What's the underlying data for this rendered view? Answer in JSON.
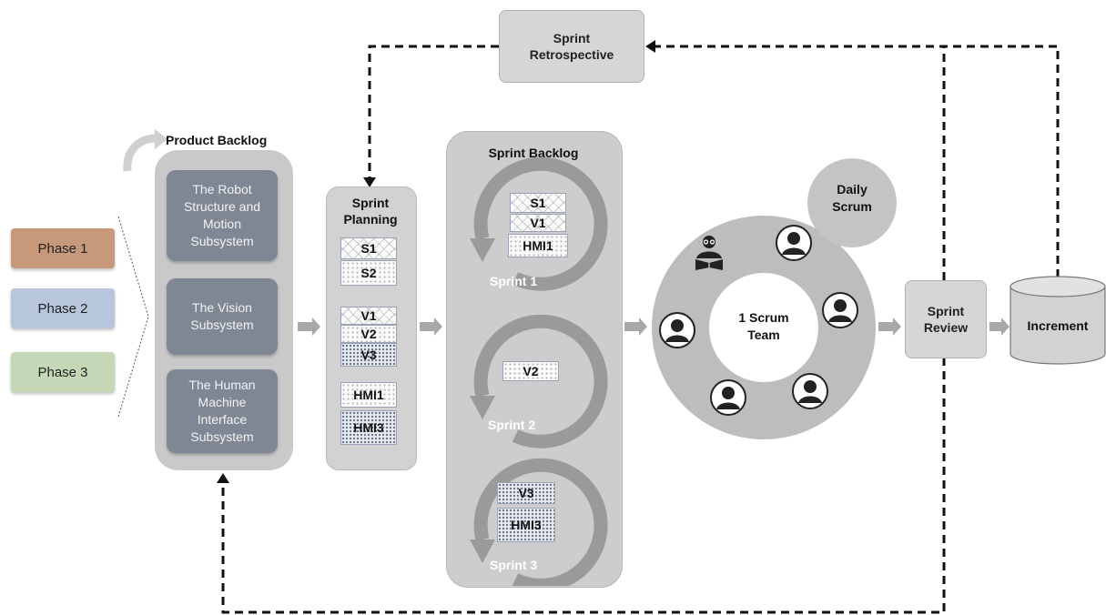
{
  "phases": [
    {
      "label": "Phase 1",
      "color": "#c8987a"
    },
    {
      "label": "Phase 2",
      "color": "#b8c6dc"
    },
    {
      "label": "Phase 3",
      "color": "#c4d8b8"
    }
  ],
  "product_backlog": {
    "title": "Product Backlog",
    "items": [
      "The Robot Structure and Motion Subsystem",
      "The Vision Subsystem",
      "The Human Machine Interface Subsystem"
    ]
  },
  "sprint_planning": {
    "title": "Sprint Planning",
    "items": [
      "S1",
      "S2",
      "V1",
      "V2",
      "V3",
      "HMI1",
      "HMI3"
    ]
  },
  "sprint_backlog": {
    "title": "Sprint Backlog",
    "sprints": [
      {
        "label": "Sprint 1",
        "items": [
          "S1",
          "V1",
          "HMI1"
        ]
      },
      {
        "label": "Sprint 2",
        "items": [
          "V2"
        ]
      },
      {
        "label": "Sprint 3",
        "items": [
          "V3",
          "HMI3"
        ]
      }
    ]
  },
  "daily_scrum": "Daily Scrum",
  "scrum_team": "1 Scrum Team",
  "sprint_review": "Sprint Review",
  "increment": "Increment",
  "sprint_retrospective": "Sprint Retrospective",
  "colors": {
    "panel_gray": "#c9c9c9",
    "backlog_item": "#7f8794",
    "circle_gray": "#bdbdbd",
    "arrow_gray": "#a8a8a8"
  }
}
